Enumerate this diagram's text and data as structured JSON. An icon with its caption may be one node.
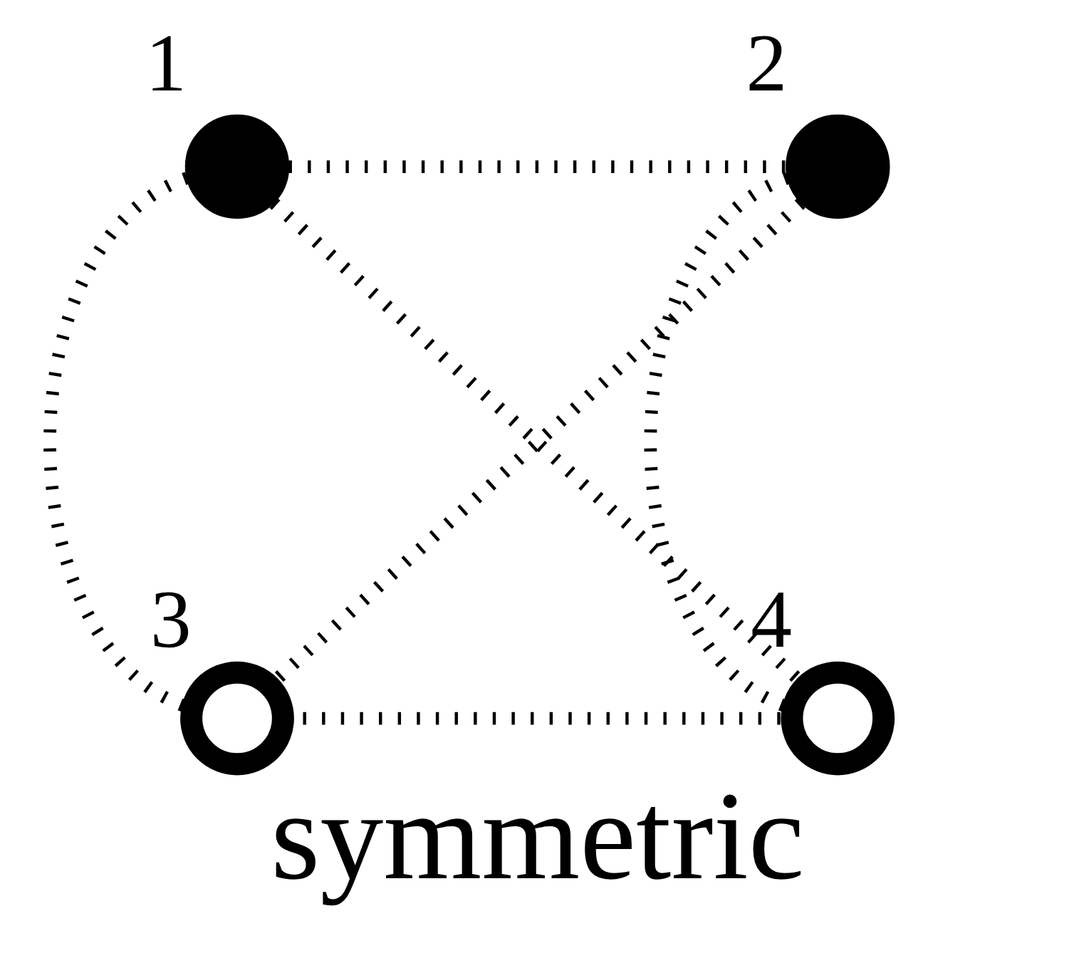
{
  "diagram": {
    "caption": "symmetric",
    "nodes": [
      {
        "text": [],
        "shape": "circle",
        "beside": [
          "1"
        ]
      },
      {
        "text": [],
        "shape": "circle",
        "beside": [
          "2"
        ]
      },
      {
        "text": [],
        "shape": "ring",
        "beside": [
          "3"
        ]
      },
      {
        "text": [],
        "shape": "ring",
        "beside": [
          "4"
        ]
      }
    ],
    "edges": [
      {
        "from": 0,
        "to": 1,
        "arrow": "none"
      },
      {
        "from": 0,
        "to": 2,
        "arrow": "none"
      },
      {
        "from": 1,
        "to": 3,
        "arrow": "none"
      },
      {
        "from": 2,
        "to": 3,
        "arrow": "none"
      },
      {
        "from": 0,
        "to": 3,
        "arrow": "none"
      },
      {
        "from": 1,
        "to": 2,
        "arrow": "none"
      }
    ]
  }
}
